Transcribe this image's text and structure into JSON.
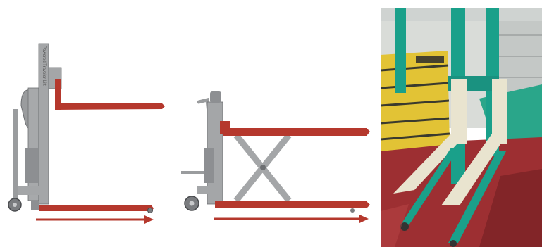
{
  "figure": {
    "panels": [
      {
        "name": "straddle-stacker-diagram",
        "mast_text": "Powered Traveler Lift"
      },
      {
        "name": "scissor-lift-stacker-diagram"
      },
      {
        "name": "warehouse-stacker-photo"
      }
    ]
  },
  "colors": {
    "fork_red": "#b5382d",
    "frame_grey": "#9a9c9e",
    "frame_dark": "#6d6f72",
    "arrow_red": "#b5382d",
    "photo_green": "#1aa08a",
    "photo_floor": "#9d2f32",
    "photo_pallet_yellow": "#e2c335",
    "photo_fork_cream": "#e9e4cf",
    "photo_wall": "#d9dcd8"
  },
  "icons": [
    "arrow-right-icon",
    "wheel-icon"
  ]
}
